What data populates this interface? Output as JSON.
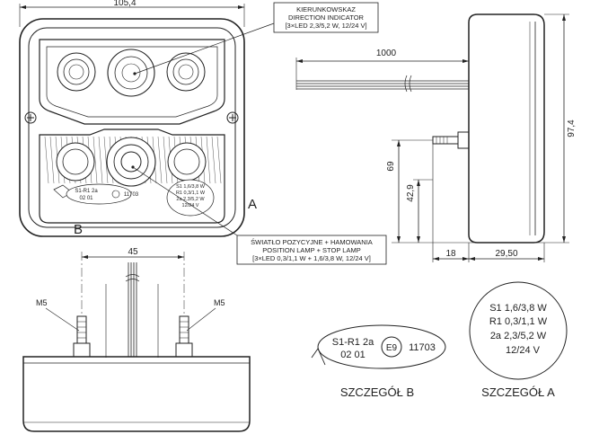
{
  "dimensions": {
    "front_width": "105,4",
    "cable_length": "1000",
    "height": "97,4",
    "mount_height": "69",
    "mount_offset": "42,9",
    "stud_offset": "18",
    "depth": "29,50",
    "stud_spacing": "45"
  },
  "callouts": {
    "direction": [
      "KIERUNKOWSKAZ",
      "DIRECTION INDICATOR",
      "[3×LED 2,3/5,2 W, 12/24 V]"
    ],
    "position": [
      "ŚWIATŁO POZYCYJNE + HAMOWANIA",
      "POSITION LAMP + STOP LAMP",
      "[3×LED 0,3/1,1 W + 1,6/3,8 W, 12/24 V]"
    ]
  },
  "markers": {
    "a": "A",
    "b": "B"
  },
  "thread_left": "M5",
  "thread_right": "M5",
  "detail_b": {
    "line1": "S1-R1  2a",
    "line2": "02    01",
    "approval": "E9",
    "number": "11703",
    "caption": "SZCZEGÓŁ B"
  },
  "detail_a": {
    "rows": [
      "S1  1,6/3,8 W",
      "R1  0,3/1,1 W",
      "2a  2,3/5,2 W",
      "12/24 V"
    ],
    "caption": "SZCZEGÓŁ A"
  },
  "lamp_mini": {
    "left": [
      "S1-R1  2a",
      "02    01"
    ],
    "mark": "11703",
    "right": [
      "S1 1,6/3,8 W",
      "R1 0,3/1,1 W",
      "2a 2,3/5,2 W",
      "12/24 V"
    ]
  }
}
